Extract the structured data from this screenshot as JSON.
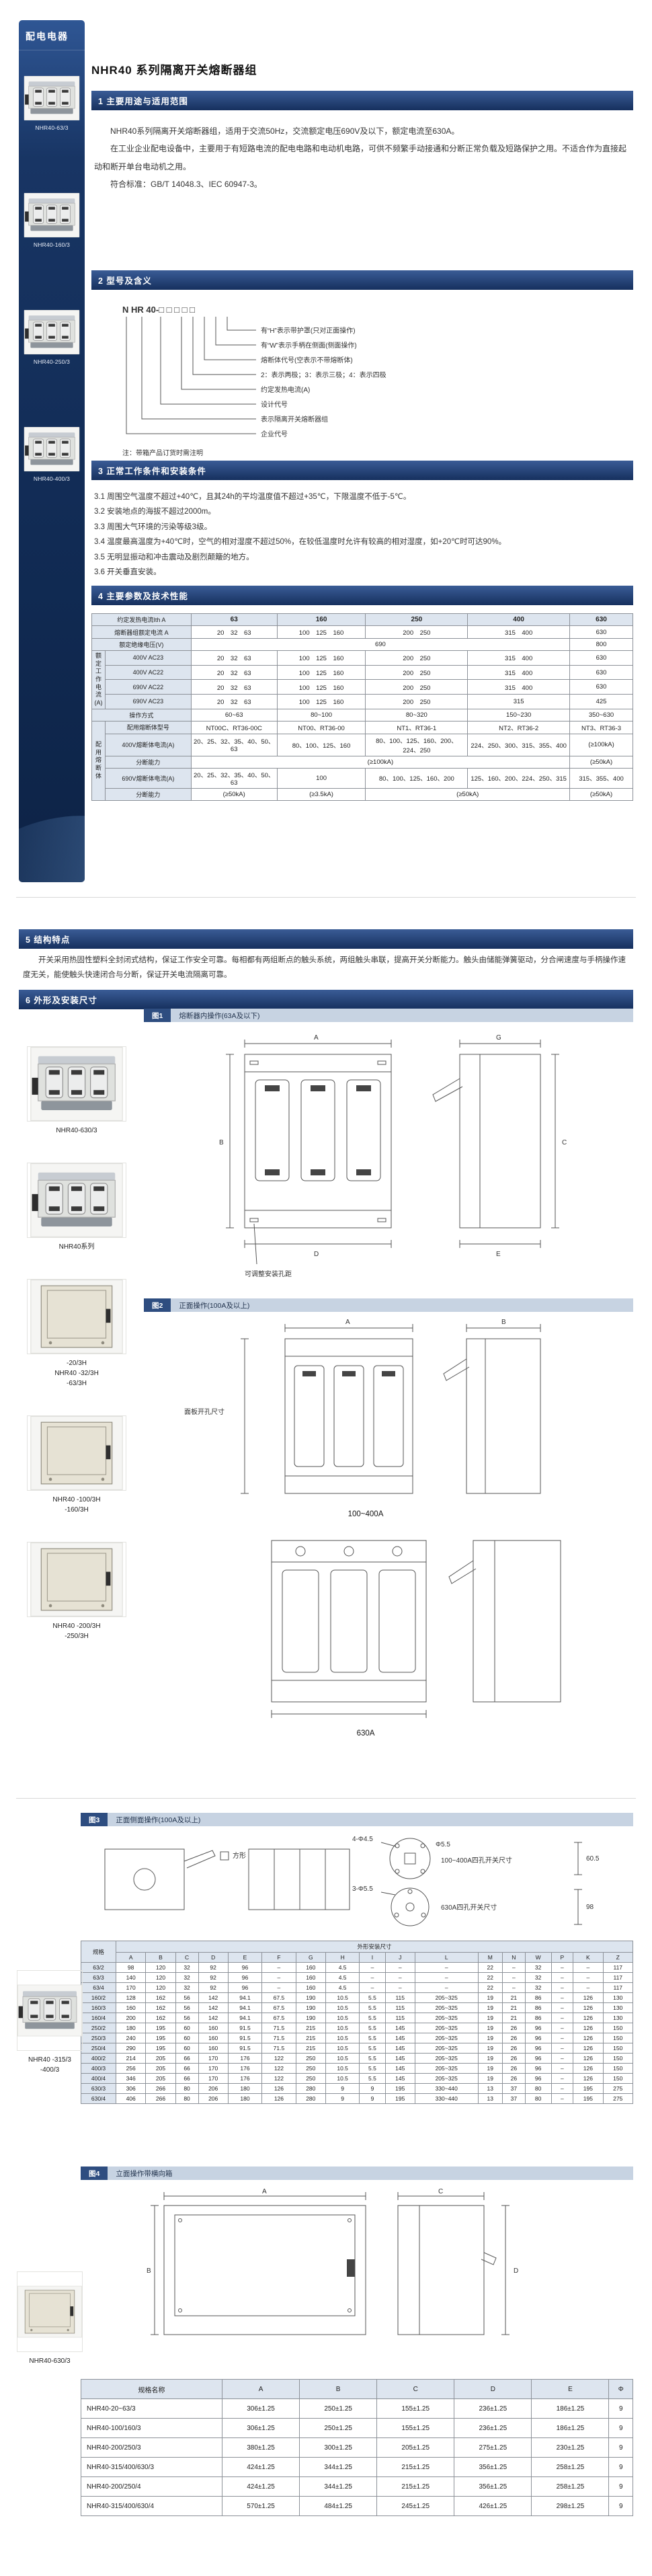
{
  "page": {
    "title": "NHR40 系列隔离开关熔断器组"
  },
  "colors": {
    "accent_bar": "#16305e",
    "fig_bar": "#c7d3e2",
    "sidebar": "#112b54"
  },
  "sidebar": {
    "title": "配电电器",
    "products": [
      {
        "label": "NHR40-63/3",
        "type": "switch"
      },
      {
        "label": "NHR40-160/3",
        "type": "switch"
      },
      {
        "label": "NHR40-250/3",
        "type": "switch"
      },
      {
        "label": "NHR40-400/3",
        "type": "switch"
      }
    ]
  },
  "section1": {
    "heading": "1 主要用途与适用范围",
    "paragraphs": [
      "NHR40系列隔离开关熔断器组，适用于交流50Hz，交流额定电压690V及以下，额定电流至630A。",
      "在工业企业配电设备中，主要用于有短路电流的配电电路和电动机电路，可供不频繁手动接通和分断正常负载及短路保护之用。不适合作为直接起动和断开单台电动机之用。",
      "符合标准：GB/T 14048.3、IEC 60947-3。"
    ]
  },
  "section2": {
    "heading": "2 型号及含义",
    "model_text": "N HR 40-□ □ □ □ □",
    "labels": [
      "有“H”表示带护罩(只对正面操作)",
      "有“W”表示手柄在侧面(侧面操作)",
      "熔断体代号(空表示不带熔断体)",
      "2：表示两极；3：表示三极；4：表示四极",
      "约定发热电流(A)",
      "设计代号",
      "表示隔离开关熔断器组",
      "企业代号"
    ],
    "note": "注：带箱产品订货时需注明"
  },
  "section3": {
    "heading": "3 正常工作条件和安装条件",
    "items": [
      "3.1 周围空气温度不超过+40℃，且其24h的平均温度值不超过+35℃，下限温度不低于-5℃。",
      "3.2 安装地点的海拔不超过2000m。",
      "3.3 周围大气环境的污染等级3级。",
      "3.4 温度最高温度为+40℃时，空气的相对湿度不超过50%，在较低温度时允许有较高的相对湿度，如+20℃时可达90%。",
      "3.5 无明显振动和冲击震动及剧烈颠簸的地方。",
      "3.6 开关垂直安装。"
    ]
  },
  "section4": {
    "heading": "4 主要参数及技术性能",
    "spec_table": {
      "corner_label": "约定发热电流Ith A",
      "frame_sizes": [
        "63",
        "160",
        "250",
        "400",
        "630"
      ],
      "rows": [
        {
          "label": "熔断器组额定电流 A",
          "cells": [
            {
              "t": "20　32　63"
            },
            {
              "t": "100　125　160"
            },
            {
              "t": "200　250"
            },
            {
              "t": "315　400"
            },
            {
              "t": "630"
            }
          ]
        },
        {
          "label": "额定绝缘电压(V)",
          "cells": [
            {
              "t": "690",
              "span": 4
            },
            {
              "t": "800"
            }
          ]
        },
        {
          "group": {
            "text": "额定工作电流(A)",
            "rows": 4
          },
          "label": "400V AC23",
          "cells": [
            {
              "t": "20　32　63"
            },
            {
              "t": "100　125　160"
            },
            {
              "t": "200　250"
            },
            {
              "t": "315　400"
            },
            {
              "t": "630"
            }
          ]
        },
        {
          "ingroup": true,
          "label": "400V AC22",
          "cells": [
            {
              "t": "20　32　63"
            },
            {
              "t": "100　125　160"
            },
            {
              "t": "200　250"
            },
            {
              "t": "315　400"
            },
            {
              "t": "630"
            }
          ]
        },
        {
          "ingroup": true,
          "label": "690V AC22",
          "cells": [
            {
              "t": "20　32　63"
            },
            {
              "t": "100　125　160"
            },
            {
              "t": "200　250"
            },
            {
              "t": "315　400"
            },
            {
              "t": "630"
            }
          ]
        },
        {
          "ingroup": true,
          "label": "690V AC23",
          "cells": [
            {
              "t": "20　32　63"
            },
            {
              "t": "100　125　160"
            },
            {
              "t": "200　250"
            },
            {
              "t": "315"
            },
            {
              "t": "425"
            }
          ]
        },
        {
          "label": "操作方式",
          "cells": [
            {
              "t": "60~63"
            },
            {
              "t": "80~100"
            },
            {
              "t": "80~320"
            },
            {
              "t": "150~230"
            },
            {
              "t": "350~630"
            }
          ]
        },
        {
          "group": {
            "text": "配用熔断体",
            "rows": 5
          },
          "label": "配用熔断体型号",
          "cells": [
            {
              "t": "NT00C、RT36-00C"
            },
            {
              "t": "NT00、RT36-00"
            },
            {
              "t": "NT1、RT36-1"
            },
            {
              "t": "NT2、RT36-2"
            },
            {
              "t": "NT3、RT36-3"
            }
          ]
        },
        {
          "ingroup": true,
          "label": "400V熔断体电流(A)",
          "cells": [
            {
              "t": "20、25、32、35、40、50、63"
            },
            {
              "t": "80、100、125、160"
            },
            {
              "t": "80、100、125、160、200、224、250"
            },
            {
              "t": "224、250、300、315、355、400"
            },
            {
              "t": "(≥100kA)"
            }
          ]
        },
        {
          "ingroup": true,
          "label": "分断能力",
          "cells": [
            {
              "t": "(≥100kA)",
              "span": 4
            },
            {
              "t": "(≥50kA)"
            }
          ]
        },
        {
          "ingroup": true,
          "label": "690V熔断体电流(A)",
          "cells": [
            {
              "t": "20、25、32、35、40、50、63"
            },
            {
              "t": "100"
            },
            {
              "t": "80、100、125、160、200"
            },
            {
              "t": "125、160、200、224、250、315"
            },
            {
              "t": "315、355、400"
            }
          ]
        },
        {
          "ingroup": true,
          "label": "分断能力",
          "cells": [
            {
              "t": "(≥50kA)"
            },
            {
              "t": "(≥3.5kA)"
            },
            {
              "t": "(≥50kA)",
              "span": 2
            },
            {
              "t": "(≥50kA)"
            }
          ]
        }
      ]
    }
  },
  "section5": {
    "heading": "5 结构特点",
    "text": "开关采用热固性塑料全封闭式结构，保证工作安全可靠。每相都有两组断点的触头系统，两组触头串联，提高开关分断能力。触头由储能弹簧驱动，分合闸速度与手柄操作速度无关，能使触头快速闭合与分断，保证开关电流隔离可靠。"
  },
  "section6": {
    "heading": "6 外形及安装尺寸"
  },
  "figures": {
    "fig1": {
      "tag": "图1",
      "title": "熔断器内操作(63A及以下)",
      "note": "可调整安装孔距",
      "dims": [
        "A",
        "B",
        "C",
        "D",
        "E",
        "G"
      ]
    },
    "fig2": {
      "tag": "图2",
      "title": "正面操作(100A及以上)",
      "panel_note": "面板开孔尺寸",
      "label_a": "100~400A",
      "label_b": "630A",
      "dims": [
        "A",
        "B"
      ]
    },
    "fig3": {
      "tag": "图3",
      "title": "正面侧面操作(100A及以上)",
      "square_note": "方形",
      "detail_a": "100~400A四孔开关尺寸",
      "detail_b": "630A四孔开关尺寸",
      "holes_a": "4-Φ4.5",
      "holes_b": "3-Φ5.5",
      "hole": "Φ5.5",
      "dim_a": "60.5",
      "dim_b": "98"
    },
    "fig4": {
      "tag": "图4",
      "title": "立面操作带横向箱",
      "dims": [
        "A",
        "B",
        "C",
        "D"
      ]
    }
  },
  "gallery2": [
    {
      "caption": [
        "NHR40-630/3"
      ],
      "type": "switch"
    },
    {
      "caption": [
        "NHR40系列"
      ],
      "type": "switch"
    },
    {
      "caption": [
        "-20/3H",
        "NHR40 -32/3H",
        "-63/3H"
      ],
      "type": "box"
    },
    {
      "caption": [
        "NHR40 -100/3H",
        "-160/3H"
      ],
      "type": "box"
    },
    {
      "caption": [
        "NHR40 -200/3H",
        "-250/3H"
      ],
      "type": "box"
    }
  ],
  "gallery3": [
    {
      "caption": [
        "NHR40 -315/3",
        "-400/3"
      ],
      "type": "switch"
    },
    {
      "caption": [
        "NHR40-630/3"
      ],
      "type": "box"
    }
  ],
  "dim_table": {
    "group_header": "外形安装尺寸",
    "first_col": "规格",
    "columns": [
      "A",
      "B",
      "C",
      "D",
      "E",
      "F",
      "G",
      "H",
      "I",
      "J",
      "L",
      "M",
      "N",
      "W",
      "P",
      "K",
      "Z"
    ],
    "rows": [
      {
        "spec": "63/2",
        "v": [
          "98",
          "120",
          "32",
          "92",
          "96",
          "–",
          "160",
          "4.5",
          "–",
          "–",
          "–",
          "22",
          "–",
          "32",
          "–",
          "–",
          "117"
        ]
      },
      {
        "spec": "63/3",
        "v": [
          "140",
          "120",
          "32",
          "92",
          "96",
          "–",
          "160",
          "4.5",
          "–",
          "–",
          "–",
          "22",
          "–",
          "32",
          "–",
          "–",
          "117"
        ]
      },
      {
        "spec": "63/4",
        "v": [
          "170",
          "120",
          "32",
          "92",
          "96",
          "–",
          "160",
          "4.5",
          "–",
          "–",
          "–",
          "22",
          "–",
          "32",
          "–",
          "–",
          "117"
        ]
      },
      {
        "spec": "160/2",
        "v": [
          "128",
          "162",
          "56",
          "142",
          "94.1",
          "67.5",
          "190",
          "10.5",
          "5.5",
          "115",
          "205~325",
          "19",
          "21",
          "86",
          "–",
          "126",
          "130"
        ]
      },
      {
        "spec": "160/3",
        "v": [
          "160",
          "162",
          "56",
          "142",
          "94.1",
          "67.5",
          "190",
          "10.5",
          "5.5",
          "115",
          "205~325",
          "19",
          "21",
          "86",
          "–",
          "126",
          "130"
        ]
      },
      {
        "spec": "160/4",
        "v": [
          "200",
          "162",
          "56",
          "142",
          "94.1",
          "67.5",
          "190",
          "10.5",
          "5.5",
          "115",
          "205~325",
          "19",
          "21",
          "86",
          "–",
          "126",
          "130"
        ]
      },
      {
        "spec": "250/2",
        "v": [
          "180",
          "195",
          "60",
          "160",
          "91.5",
          "71.5",
          "215",
          "10.5",
          "5.5",
          "145",
          "205~325",
          "19",
          "26",
          "96",
          "–",
          "126",
          "150"
        ]
      },
      {
        "spec": "250/3",
        "v": [
          "240",
          "195",
          "60",
          "160",
          "91.5",
          "71.5",
          "215",
          "10.5",
          "5.5",
          "145",
          "205~325",
          "19",
          "26",
          "96",
          "–",
          "126",
          "150"
        ]
      },
      {
        "spec": "250/4",
        "v": [
          "290",
          "195",
          "60",
          "160",
          "91.5",
          "71.5",
          "215",
          "10.5",
          "5.5",
          "145",
          "205~325",
          "19",
          "26",
          "96",
          "–",
          "126",
          "150"
        ]
      },
      {
        "spec": "400/2",
        "v": [
          "214",
          "205",
          "66",
          "170",
          "176",
          "122",
          "250",
          "10.5",
          "5.5",
          "145",
          "205~325",
          "19",
          "26",
          "96",
          "–",
          "126",
          "150"
        ]
      },
      {
        "spec": "400/3",
        "v": [
          "256",
          "205",
          "66",
          "170",
          "176",
          "122",
          "250",
          "10.5",
          "5.5",
          "145",
          "205~325",
          "19",
          "26",
          "96",
          "–",
          "126",
          "150"
        ]
      },
      {
        "spec": "400/4",
        "v": [
          "346",
          "205",
          "66",
          "170",
          "176",
          "122",
          "250",
          "10.5",
          "5.5",
          "145",
          "205~325",
          "19",
          "26",
          "96",
          "–",
          "126",
          "150"
        ]
      },
      {
        "spec": "630/3",
        "v": [
          "306",
          "266",
          "80",
          "206",
          "180",
          "126",
          "280",
          "9",
          "9",
          "195",
          "330~440",
          "13",
          "37",
          "80",
          "–",
          "195",
          "275"
        ]
      },
      {
        "spec": "630/4",
        "v": [
          "406",
          "266",
          "80",
          "206",
          "180",
          "126",
          "280",
          "9",
          "9",
          "195",
          "330~440",
          "13",
          "37",
          "80",
          "–",
          "195",
          "275"
        ]
      }
    ]
  },
  "box_table": {
    "first_col": "规格名称",
    "columns": [
      "A",
      "B",
      "C",
      "D",
      "E",
      "Φ"
    ],
    "rows": [
      {
        "spec": "NHR40-20~63/3",
        "v": [
          "306±1.25",
          "250±1.25",
          "155±1.25",
          "236±1.25",
          "186±1.25",
          "9"
        ]
      },
      {
        "spec": "NHR40-100/160/3",
        "v": [
          "306±1.25",
          "250±1.25",
          "155±1.25",
          "236±1.25",
          "186±1.25",
          "9"
        ]
      },
      {
        "spec": "NHR40-200/250/3",
        "v": [
          "380±1.25",
          "300±1.25",
          "205±1.25",
          "275±1.25",
          "230±1.25",
          "9"
        ]
      },
      {
        "spec": "NHR40-315/400/630/3",
        "v": [
          "424±1.25",
          "344±1.25",
          "215±1.25",
          "356±1.25",
          "258±1.25",
          "9"
        ]
      },
      {
        "spec": "NHR40-200/250/4",
        "v": [
          "424±1.25",
          "344±1.25",
          "215±1.25",
          "356±1.25",
          "258±1.25",
          "9"
        ]
      },
      {
        "spec": "NHR40-315/400/630/4",
        "v": [
          "570±1.25",
          "484±1.25",
          "245±1.25",
          "426±1.25",
          "298±1.25",
          "9"
        ]
      }
    ]
  }
}
